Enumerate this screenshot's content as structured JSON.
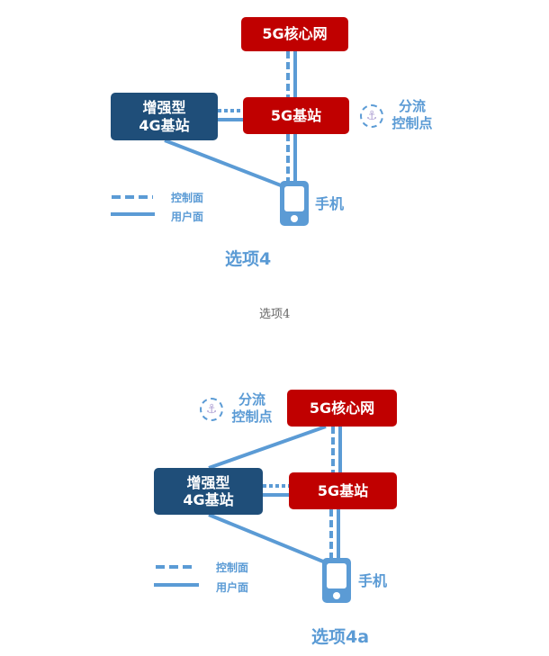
{
  "colors": {
    "core_red": "#c00000",
    "enhanced_4g_navy": "#1f4e79",
    "link_blue": "#5b9bd5",
    "caption_gray": "#666666"
  },
  "diagrams": [
    {
      "core_network": "5G核心网",
      "enhanced_4g": [
        "增强型",
        "4G基站"
      ],
      "gnb": "5G基站",
      "split_point": [
        "分流",
        "控制点"
      ],
      "split_point_icon": "anchor-icon",
      "phone_label": "手机",
      "phone_icon": "smartphone-icon",
      "legend": {
        "control_plane": "控制面",
        "user_plane": "用户面"
      },
      "option_label": "选项4"
    },
    {
      "core_network": "5G核心网",
      "enhanced_4g": [
        "增强型",
        "4G基站"
      ],
      "gnb": "5G基站",
      "split_point": [
        "分流",
        "控制点"
      ],
      "split_point_icon": "anchor-icon",
      "phone_label": "手机",
      "phone_icon": "smartphone-icon",
      "legend": {
        "control_plane": "控制面",
        "user_plane": "用户面"
      },
      "option_label": "选项4a"
    }
  ],
  "caption_1": "选项4",
  "caption_icon_glyph": "⚓"
}
